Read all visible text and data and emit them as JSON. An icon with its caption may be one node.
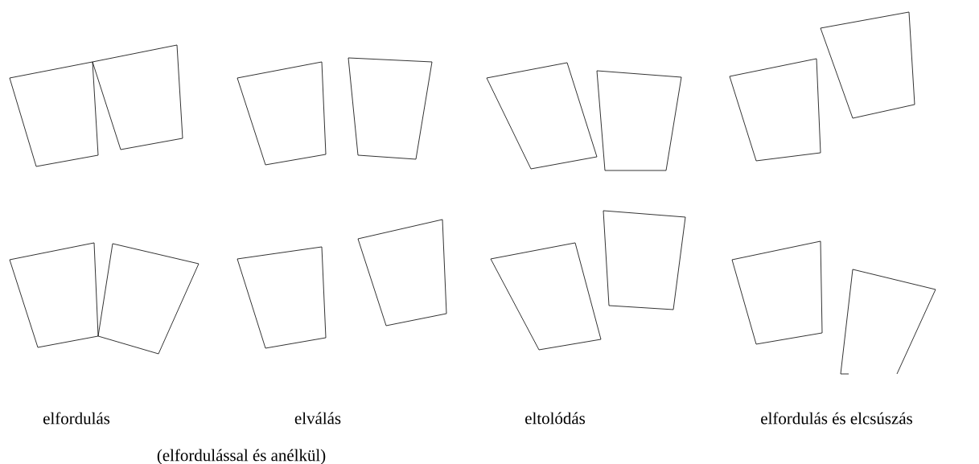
{
  "diagram": {
    "labels": [
      "elfordulás",
      "elválás",
      "eltolódás",
      "elfordulás és elcsúszás",
      "(elfordulással és anélkül)"
    ]
  }
}
